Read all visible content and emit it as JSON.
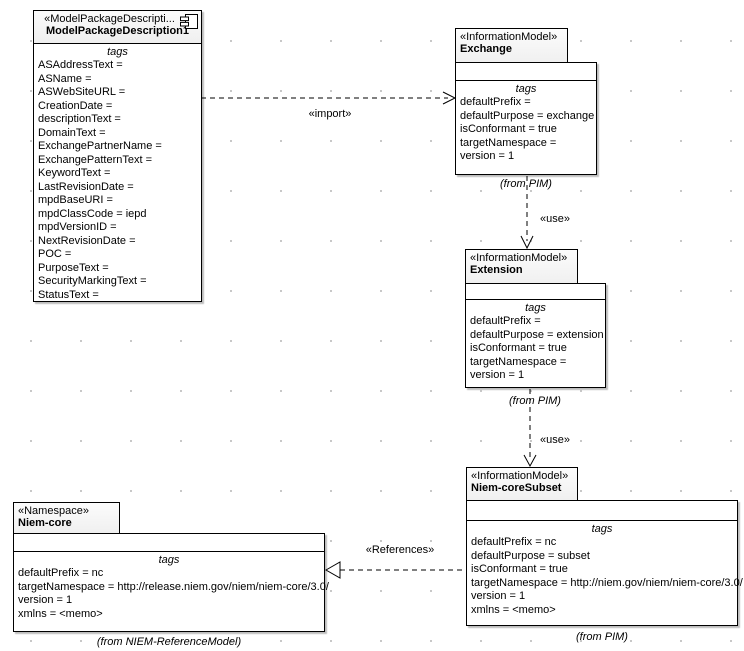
{
  "elements": {
    "mpd": {
      "stereotype": "«ModelPackageDescripti...",
      "name": "ModelPackageDescription1",
      "tags_label": "tags",
      "tags": [
        "ASAddressText =",
        "ASName =",
        "ASWebSiteURL =",
        "CreationDate =",
        "descriptionText =",
        "DomainText =",
        "ExchangePartnerName =",
        "ExchangePatternText =",
        "KeywordText =",
        "LastRevisionDate =",
        "mpdBaseURI =",
        "mpdClassCode = iepd",
        "mpdVersionID =",
        "NextRevisionDate =",
        "POC =",
        "PurposeText =",
        "SecurityMarkingText =",
        "StatusText ="
      ]
    },
    "exchange": {
      "stereotype": "«InformationModel»",
      "name": "Exchange",
      "tags_label": "tags",
      "tags": [
        "defaultPrefix =",
        "defaultPurpose = exchange",
        "isConformant = true",
        "targetNamespace =",
        "version = 1"
      ],
      "origin": "(from PIM)"
    },
    "extension": {
      "stereotype": "«InformationModel»",
      "name": "Extension",
      "tags_label": "tags",
      "tags": [
        "defaultPrefix =",
        "defaultPurpose = extension",
        "isConformant = true",
        "targetNamespace =",
        "version = 1"
      ],
      "origin": "(from PIM)"
    },
    "niem_core_subset": {
      "stereotype": "«InformationModel»",
      "name": "Niem-coreSubset",
      "tags_label": "tags",
      "tags": [
        "defaultPrefix = nc",
        "defaultPurpose = subset",
        "isConformant = true",
        "targetNamespace = http://niem.gov/niem/niem-core/3.0/",
        "version = 1",
        "xmlns = <memo>"
      ],
      "origin": "(from PIM)"
    },
    "niem_core": {
      "stereotype": "«Namespace»",
      "name": "Niem-core",
      "tags_label": "tags",
      "tags": [
        "defaultPrefix = nc",
        "targetNamespace = http://release.niem.gov/niem/niem-core/3.0/",
        "version = 1",
        "xmlns = <memo>"
      ],
      "origin": "(from NIEM-ReferenceModel)"
    }
  },
  "connectors": {
    "import": {
      "label": "«import»"
    },
    "use_exchange_extension": {
      "label": "«use»"
    },
    "use_extension_subset": {
      "label": "«use»"
    },
    "references": {
      "label": "«References»"
    }
  },
  "colors": {
    "border": "#000000",
    "shadow": "#bdbdbd",
    "grid_dot": "#c3c3c3",
    "fill": "#ffffff"
  }
}
